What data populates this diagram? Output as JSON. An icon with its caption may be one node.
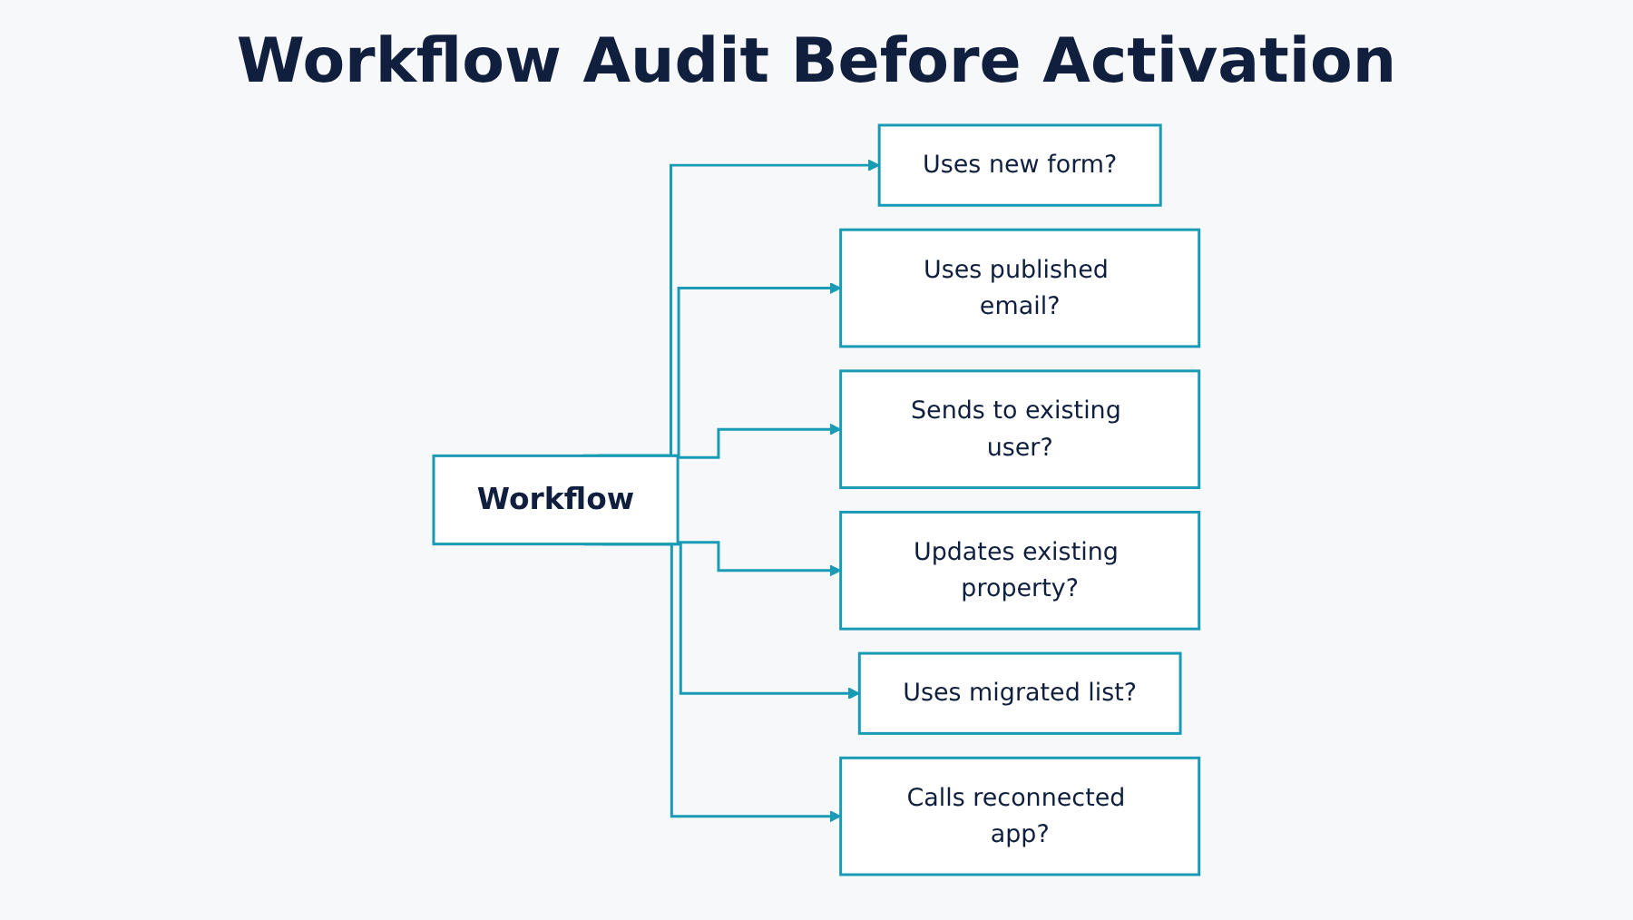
{
  "diagram": {
    "title": "Workflow Audit Before Activation",
    "nodes": [
      {
        "text": [
          "Workflow"
        ]
      },
      {
        "text": [
          "Uses new form?"
        ]
      },
      {
        "text": [
          "Uses published email?"
        ]
      },
      {
        "text": [
          "Sends to existing user?"
        ]
      },
      {
        "text": [
          "Updates existing property?"
        ]
      },
      {
        "text": [
          "Uses migrated list?"
        ]
      },
      {
        "text": [
          "Calls reconnected app?"
        ]
      }
    ],
    "edges": [
      {
        "from": 0,
        "to": 1,
        "arrow": "to"
      },
      {
        "from": 0,
        "to": 2,
        "arrow": "to"
      },
      {
        "from": 0,
        "to": 3,
        "arrow": "to"
      },
      {
        "from": 0,
        "to": 4,
        "arrow": "to"
      },
      {
        "from": 0,
        "to": 5,
        "arrow": "to"
      },
      {
        "from": 0,
        "to": 6,
        "arrow": "to"
      }
    ]
  }
}
